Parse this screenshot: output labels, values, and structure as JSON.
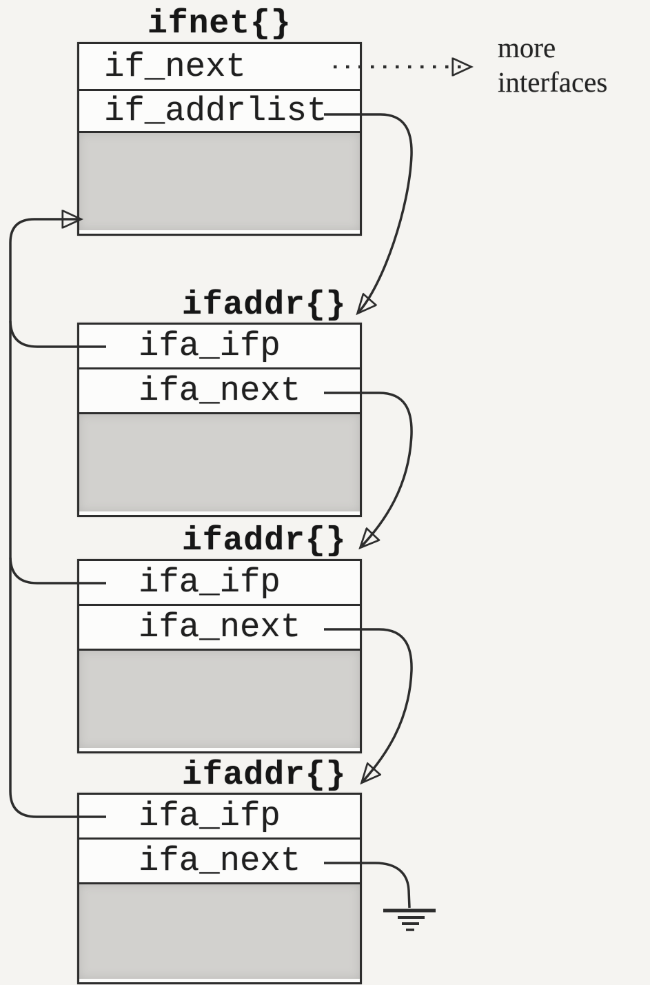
{
  "figure": {
    "ifnet": {
      "title": "ifnet{}",
      "rows": [
        {
          "label": "if_next"
        },
        {
          "label": "if_addrlist"
        }
      ]
    },
    "ifaddr1": {
      "title": "ifaddr{}",
      "rows": [
        {
          "label": "ifa_ifp"
        },
        {
          "label": "ifa_next"
        }
      ]
    },
    "ifaddr2": {
      "title": "ifaddr{}",
      "rows": [
        {
          "label": "ifa_ifp"
        },
        {
          "label": "ifa_next"
        }
      ]
    },
    "ifaddr3": {
      "title": "ifaddr{}",
      "rows": [
        {
          "label": "ifa_ifp"
        },
        {
          "label": "ifa_next"
        }
      ]
    },
    "labels": {
      "more_line1": "more",
      "more_line2": "interfaces"
    },
    "colors": {
      "paper": "#f5f4f1",
      "line": "#2d2d2d",
      "gray_fill": "#d2d1ce",
      "text": "#1f1f1f"
    }
  }
}
